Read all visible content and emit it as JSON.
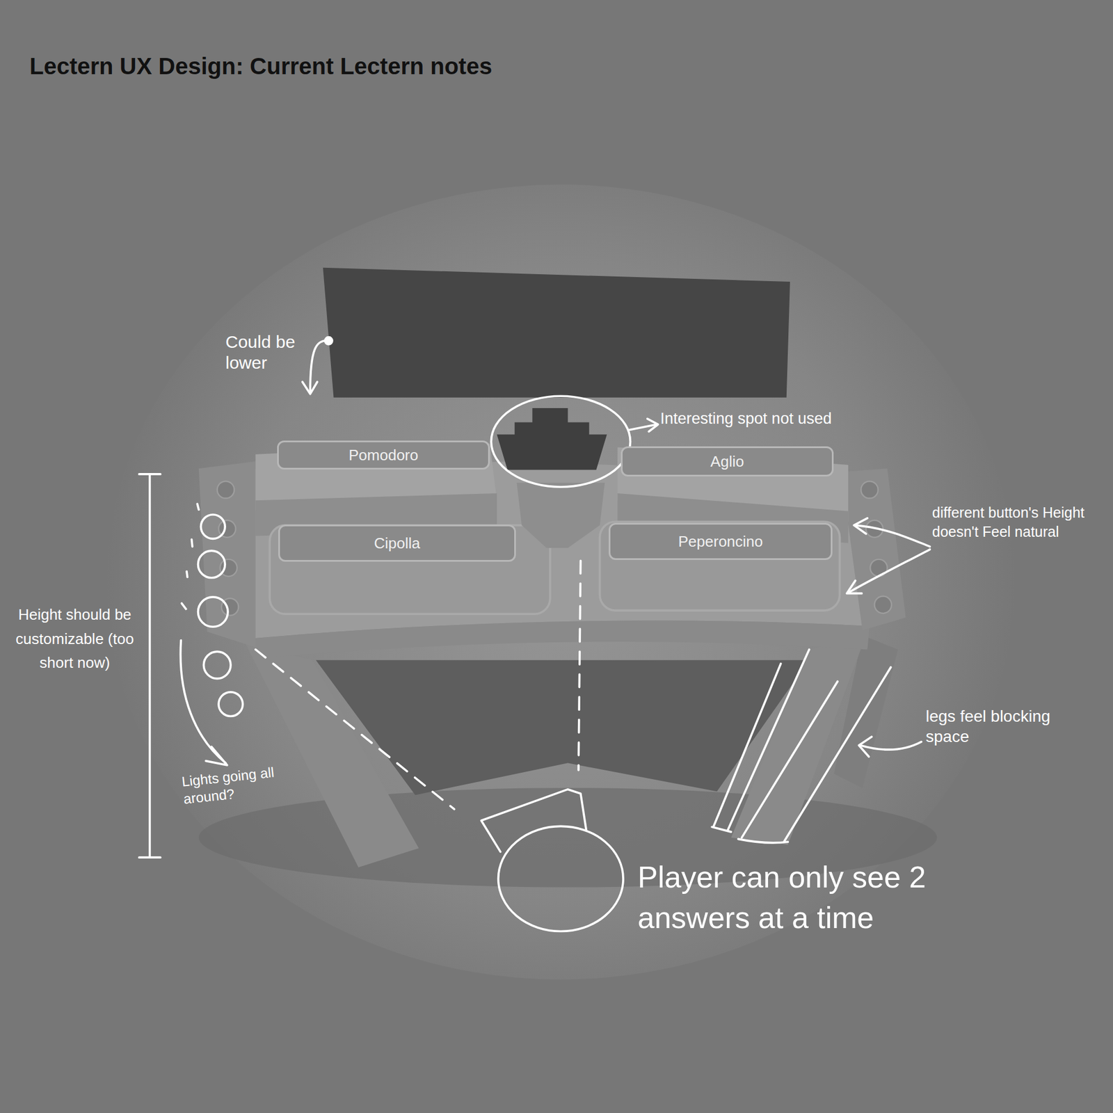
{
  "diagram": {
    "title": "Lectern UX Design: Current Lectern notes",
    "nodes": [
      {
        "text": [
          "Pomodoro"
        ]
      },
      {
        "text": [
          "Aglio"
        ]
      },
      {
        "text": [
          "Cipolla"
        ]
      },
      {
        "text": [
          "Peperoncino"
        ]
      }
    ],
    "labels": [
      "Could be lower",
      "Interesting spot not used",
      "different button's Height doesn't Feel natural",
      "Height should be customizable (too short now)",
      "Lights going all around?",
      "legs feel blocking space",
      "Player can only see 2 answers at a time"
    ]
  }
}
